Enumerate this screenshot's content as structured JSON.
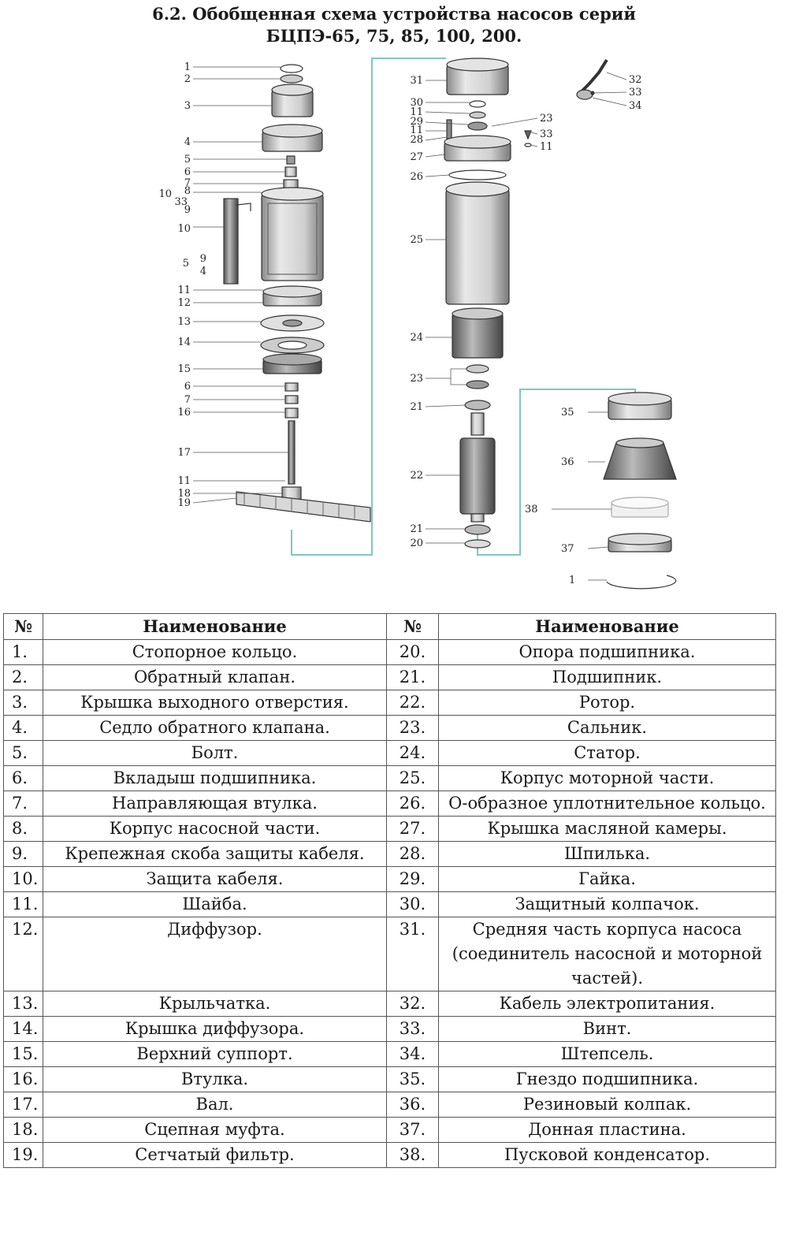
{
  "title": {
    "line1": "6.2. Обобщенная схема устройства насосов серий",
    "line2": "БЦПЭ-65, 75, 85, 100, 200."
  },
  "diagram_labels": {
    "left": [
      "1",
      "2",
      "3",
      "4",
      "5",
      "6",
      "7",
      "8",
      "10",
      "33",
      "9",
      "10",
      "5",
      "9",
      "4",
      "11",
      "12",
      "13",
      "14",
      "15",
      "6",
      "7",
      "16",
      "17",
      "11",
      "18",
      "19"
    ],
    "middle": [
      "31",
      "30",
      "11",
      "29",
      "11",
      "28",
      "27",
      "26",
      "25",
      "24",
      "23",
      "21",
      "22",
      "21",
      "20"
    ],
    "right": [
      "32",
      "33",
      "34",
      "23",
      "33",
      "11",
      "35",
      "36",
      "38",
      "37",
      "1"
    ]
  },
  "table": {
    "headers": {
      "num": "№",
      "name": "Наименование",
      "num2": "№",
      "name2": "Наименование"
    },
    "rows": [
      {
        "n1": "1.",
        "t1": "Стопорное кольцо.",
        "n2": "20.",
        "t2": "Опора подшипника."
      },
      {
        "n1": "2.",
        "t1": "Обратный клапан.",
        "n2": "21.",
        "t2": "Подшипник."
      },
      {
        "n1": "3.",
        "t1": "Крышка выходного отверстия.",
        "n2": "22.",
        "t2": "Ротор."
      },
      {
        "n1": "4.",
        "t1": "Седло обратного клапана.",
        "n2": "23.",
        "t2": "Сальник."
      },
      {
        "n1": "5.",
        "t1": "Болт.",
        "n2": "24.",
        "t2": "Статор."
      },
      {
        "n1": "6.",
        "t1": "Вкладыш подшипника.",
        "n2": "25.",
        "t2": "Корпус моторной части."
      },
      {
        "n1": "7.",
        "t1": "Направляющая втулка.",
        "n2": "26.",
        "t2": "О-образное уплотнительное кольцо."
      },
      {
        "n1": "8.",
        "t1": "Корпус насосной части.",
        "n2": "27.",
        "t2": "Крышка масляной камеры."
      },
      {
        "n1": "9.",
        "t1": "Крепежная скоба защиты кабеля.",
        "n2": "28.",
        "t2": "Шпилька."
      },
      {
        "n1": "10.",
        "t1": "Защита кабеля.",
        "n2": "29.",
        "t2": "Гайка."
      },
      {
        "n1": "11.",
        "t1": "Шайба.",
        "n2": "30.",
        "t2": "Защитный колпачок."
      },
      {
        "n1": "12.",
        "t1": "Диффузор.",
        "n2": "31.",
        "t2": "Средняя часть корпуса насоса (соединитель насосной и моторной частей)."
      },
      {
        "n1": "13.",
        "t1": "Крыльчатка.",
        "n2": "32.",
        "t2": "Кабель электропитания."
      },
      {
        "n1": "14.",
        "t1": "Крышка диффузора.",
        "n2": "33.",
        "t2": "Винт."
      },
      {
        "n1": "15.",
        "t1": "Верхний суппорт.",
        "n2": "34.",
        "t2": "Штепсель."
      },
      {
        "n1": "16.",
        "t1": "Втулка.",
        "n2": "35.",
        "t2": "Гнездо подшипника."
      },
      {
        "n1": "17.",
        "t1": "Вал.",
        "n2": "36.",
        "t2": "Резиновый колпак."
      },
      {
        "n1": "18.",
        "t1": "Сцепная муфта.",
        "n2": "37.",
        "t2": "Донная пластина."
      },
      {
        "n1": "19.",
        "t1": "Сетчатый фильтр.",
        "n2": "38.",
        "t2": "Пусковой конденсатор."
      }
    ]
  },
  "colors": {
    "connector": "#7fc7c0",
    "line": "#333333",
    "metal": "#b9b9b9"
  }
}
